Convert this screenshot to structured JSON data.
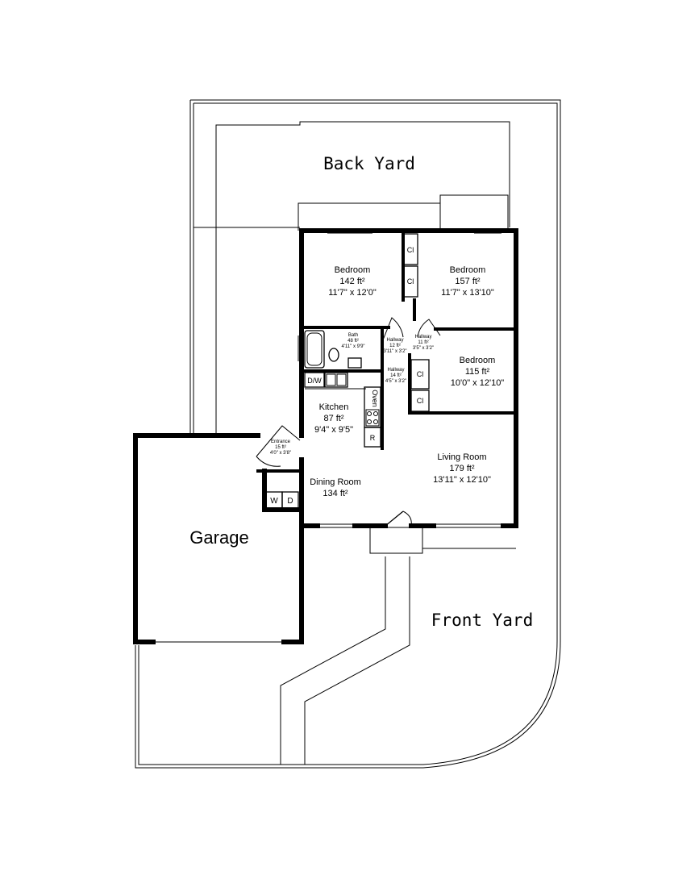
{
  "yards": {
    "back": "Back Yard",
    "front": "Front Yard"
  },
  "garage": "Garage",
  "rooms": {
    "bedroom1": {
      "name": "Bedroom",
      "area": "142 ft²",
      "dims": "11'7\" x 12'0\""
    },
    "bedroom2": {
      "name": "Bedroom",
      "area": "157 ft²",
      "dims": "11'7\" x 13'10\""
    },
    "bedroom3": {
      "name": "Bedroom",
      "area": "115 ft²",
      "dims": "10'0\" x 12'10\""
    },
    "bath": {
      "name": "Bath",
      "area": "48 ft²",
      "dims": "4'11\" x 9'9\""
    },
    "hallway1": {
      "name": "Hallway",
      "area": "12 ft²",
      "dims": "3'11\" x 3'2\""
    },
    "hallway2": {
      "name": "Hallway",
      "area": "11 ft²",
      "dims": "3'5\" x 3'2\""
    },
    "hallway3": {
      "name": "Hallway",
      "area": "14 ft²",
      "dims": "4'5\" x 3'2\""
    },
    "kitchen": {
      "name": "Kitchen",
      "area": "87 ft²",
      "dims": "9'4\" x 9'5\""
    },
    "entrance": {
      "name": "Entrance",
      "area": "15 ft²",
      "dims": "4'0\" x 3'8\""
    },
    "dining": {
      "name": "Dining Room",
      "area": "134 ft²"
    },
    "living": {
      "name": "Living Room",
      "area": "179 ft²",
      "dims": "13'11\" x 12'10\""
    }
  },
  "fixtures": {
    "closet": "Cl",
    "dishwasher": "D/W",
    "oven": "Oven",
    "refrigerator": "R",
    "washer": "W",
    "dryer": "D"
  }
}
